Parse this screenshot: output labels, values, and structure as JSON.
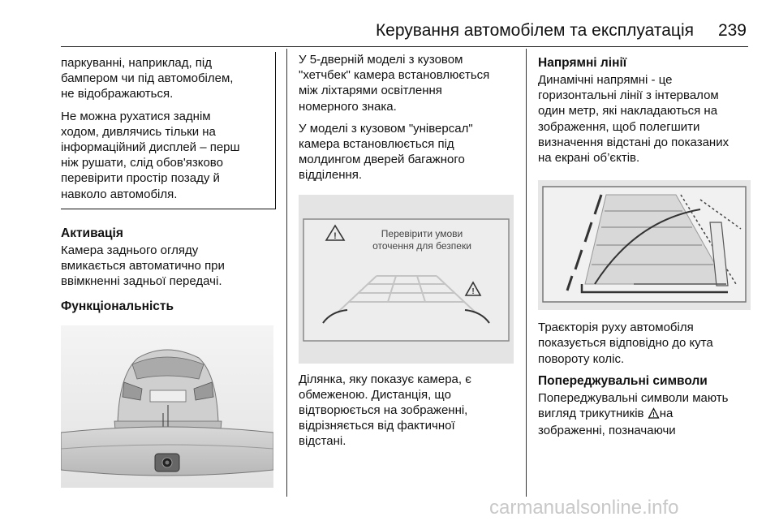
{
  "header": {
    "title": "Керування автомобілем та експлуатація",
    "page_number": "239"
  },
  "col1": {
    "note_p1": "паркуванні, наприклад, під\nбампером чи під автомобілем,\nне відображаються.",
    "note_p2": "Не можна рухатися заднім\nходом, дивлячись тільки на\nінформаційний дисплей – перш\nніж рушати, слід обов'язково\nперевірити простір позаду й\nнавколо автомобіля.",
    "activation_heading": "Активація",
    "activation_text": "Камера заднього огляду\nвмикається автоматично при\nввімкненні задньої передачі.",
    "function_heading": "Функціональність"
  },
  "col2": {
    "p1": "У 5-дверній моделі з кузовом\n\"хетчбек\" камера встановлюється\nміж ліхтарями освітлення\nномерного знака.",
    "p2": "У моделі з кузовом \"універсал\"\nкамера встановлюється під\nмолдингом дверей багажного\nвідділення.",
    "display_msg_line1": "Перевірити умови",
    "display_msg_line2": "оточення для безпеки",
    "caption": "Ділянка, яку показує камера, є\nобмеженою. Дистанція, що\nвідтворюється на зображенні,\nвідрізняється від фактичної\nвідстані."
  },
  "col3": {
    "guide_heading": "Напрямні лінії",
    "guide_text": "Динамічні напрямні - це\nгоризонтальні лінії з інтервалом\nодин метр, які накладаються на\nзображення, щоб полегшити\nвизначення відстані до показаних\nна екрані об’єктів.",
    "trajectory_text": "Траєкторія руху автомобіля\nпоказується відповідно до кута\nповороту коліс.",
    "warning_heading": "Попереджувальні символи",
    "warning_text_a": "Попереджувальні символи мають\nвигляд трикутників",
    "warning_text_b": "на\nзображенні, позначаючи"
  },
  "watermark": "carmanualsonline.info",
  "icons": {
    "warning": "warning-triangle-icon"
  }
}
